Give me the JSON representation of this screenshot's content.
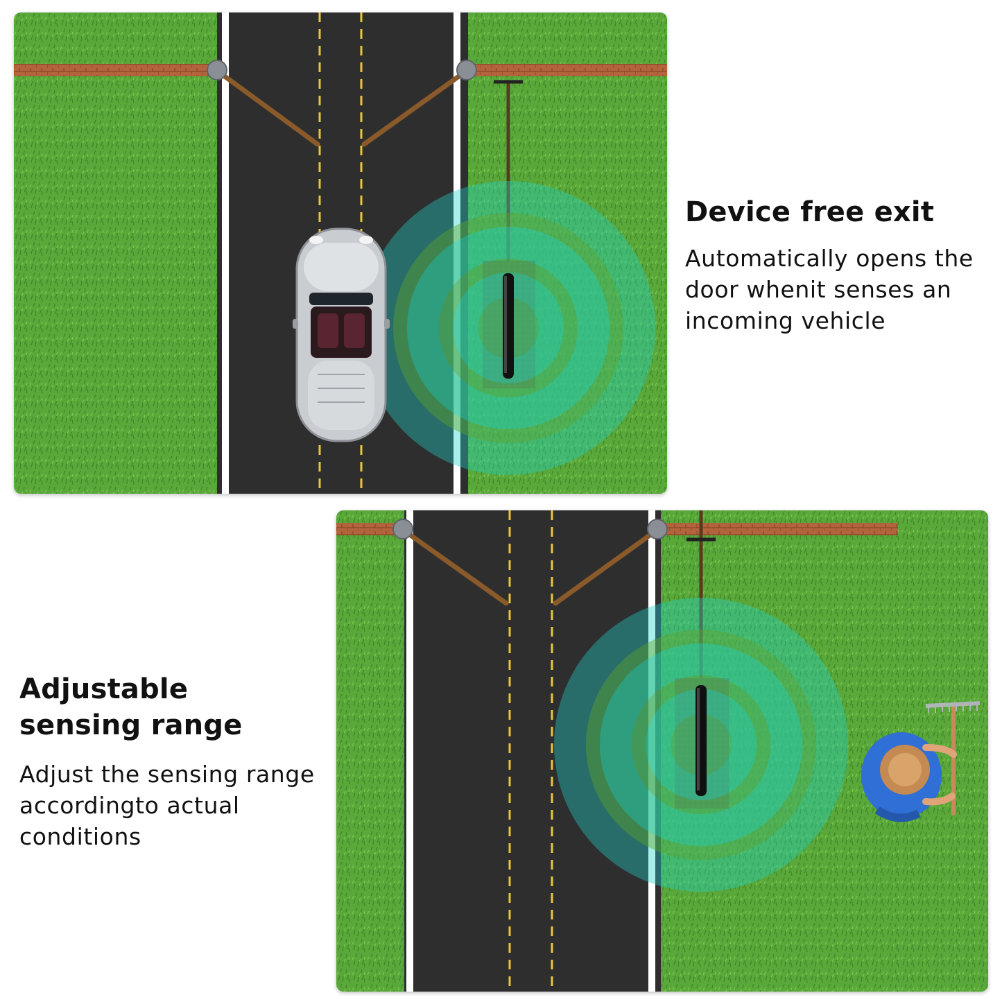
{
  "sections": [
    {
      "heading": "Device free exit",
      "description_lines": [
        "Automatically opens the",
        "door whenit senses an",
        "incoming vehicle"
      ],
      "scene": "car-approaching-gate"
    },
    {
      "heading_lines": [
        "Adjustable",
        "sensing range"
      ],
      "description_lines": [
        "Adjust the sensing range",
        "accordingto actual",
        "conditions"
      ],
      "scene": "person-near-sensor"
    }
  ],
  "colors": {
    "grass": "#5aa83a",
    "asphalt": "#2e2e2e",
    "lane_line": "#e8c63a",
    "edge_line": "#ffffff",
    "brick": "#b4643c",
    "gate_arm": "#8a5a2a",
    "sensing_wave": "#1ed2c8",
    "soil": "#6b4528"
  },
  "icons": {
    "vehicle": "car-icon",
    "person": "gardener-icon",
    "sensor": "sensor-probe-icon"
  }
}
